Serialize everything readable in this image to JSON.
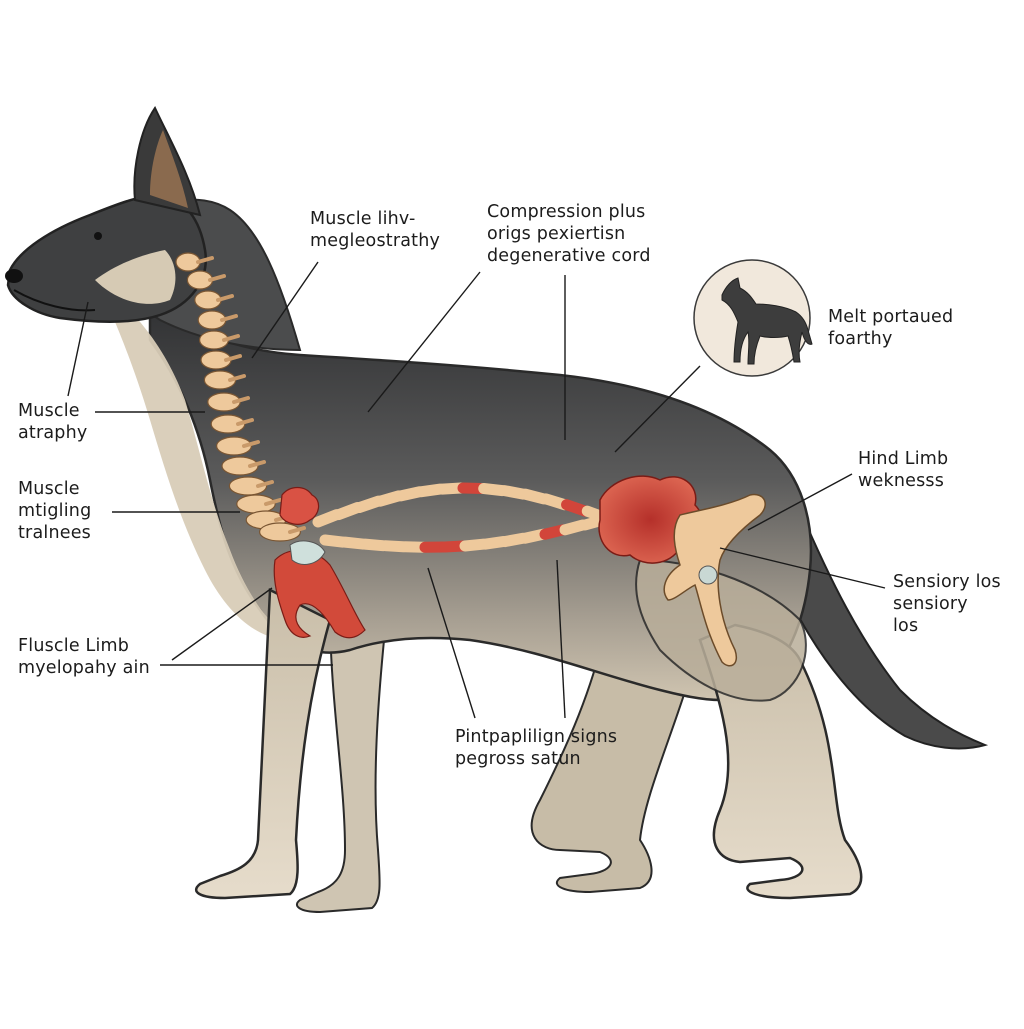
{
  "diagram": {
    "labels": {
      "neck": [
        "Muscle lihv-",
        "megleostrathy"
      ],
      "top_mid": [
        "Compression plus",
        "origs pexiertisn",
        "degenerative cord"
      ],
      "inset": [
        "Melt portaued",
        "foarthy"
      ],
      "left1": [
        "Muscle",
        "atraphy"
      ],
      "left2": [
        "Muscle",
        "mtigling",
        "tralnees"
      ],
      "left3": [
        "Fluscle Limb",
        "myelopahy ain"
      ],
      "hind": [
        "Hind Limb",
        "weknesss"
      ],
      "sensory": [
        "Sensiory los",
        "sensiory",
        "los"
      ],
      "bottom": [
        "Pintpaplilign signs",
        "pegross satun"
      ]
    },
    "colors": {
      "coat_dark": "#3e3f40",
      "coat_light": "#d9cfbc",
      "bone": "#eec99c",
      "lesion": "#d2453a",
      "outline": "#2a2a2a"
    },
    "icons": [
      "dog-silhouette-icon"
    ]
  }
}
